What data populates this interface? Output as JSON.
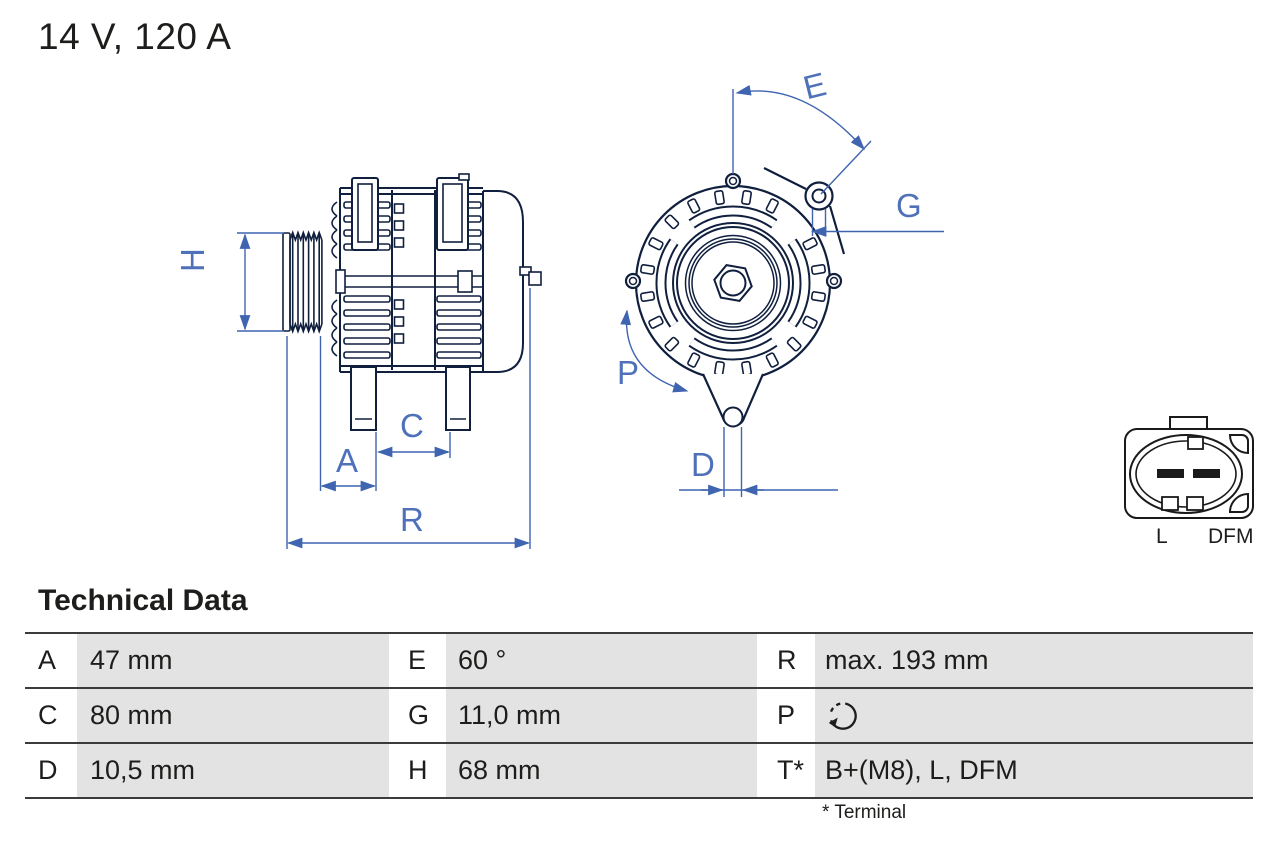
{
  "header": {
    "title": "14 V, 120 A"
  },
  "diagram": {
    "side_view": {
      "labels": {
        "h": "H",
        "a": "A",
        "c": "C",
        "r": "R"
      }
    },
    "front_view": {
      "labels": {
        "e": "E",
        "g": "G",
        "p": "P",
        "d": "D"
      }
    },
    "connector": {
      "pin_labels": {
        "left": "L",
        "right": "DFM"
      }
    }
  },
  "technical_data": {
    "heading": "Technical Data",
    "rows": [
      {
        "cells": [
          {
            "key": "A",
            "value": "47 mm"
          },
          {
            "key": "E",
            "value": "60 °"
          },
          {
            "key": "R",
            "value": "max. 193 mm"
          }
        ]
      },
      {
        "cells": [
          {
            "key": "C",
            "value": "80 mm"
          },
          {
            "key": "G",
            "value": "11,0 mm"
          },
          {
            "key": "P",
            "value": ""
          }
        ]
      },
      {
        "cells": [
          {
            "key": "D",
            "value": "10,5 mm"
          },
          {
            "key": "H",
            "value": "68 mm"
          },
          {
            "key": "T*",
            "value": "B+(M8), L, DFM"
          }
        ]
      }
    ],
    "footnote": "* Terminal"
  },
  "colors": {
    "drawing_line": "#101f3e",
    "dimension_line": "#3f64b0",
    "dimension_label": "#4f71ba",
    "table_line": "#3b3b3a",
    "cell_background": "#e3e3e3",
    "text": "#1d1d1b"
  }
}
